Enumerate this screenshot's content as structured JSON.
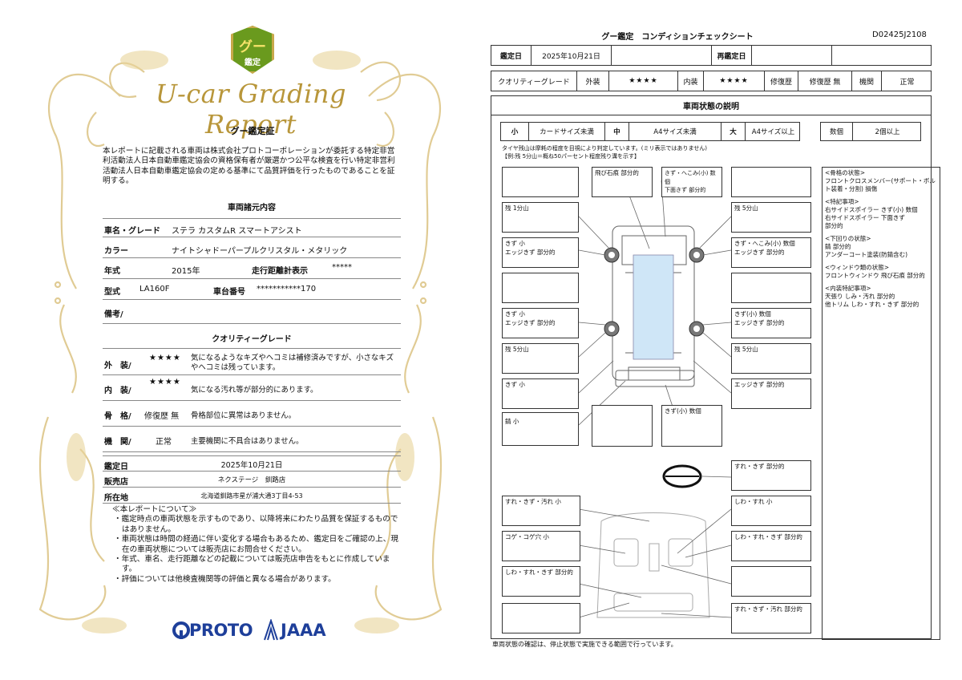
{
  "certificate": {
    "badge_top": "グー",
    "badge_bottom": "鑑定",
    "script_title": "U-car Grading Report",
    "title": "グー鑑定証",
    "body": "本レポートに記載される車両は株式会社プロトコーポレーションが委託する特定非営利活動法人日本自動車鑑定協会の資格保有者が厳選かつ公平な検査を行い特定非営利活動法人日本自動車鑑定協会の定める基準にて品質評価を行ったものであることを証明する。",
    "spec_title": "車両諸元内容",
    "name_label": "車名・グレード",
    "name_value": "ステラ カスタムR スマートアシスト",
    "color_label": "カラー",
    "color_value": "ナイトシャドーパープルクリスタル・メタリック",
    "year_label": "年式",
    "year_value": "2015年",
    "mileage_label": "走行距離計表示",
    "mileage_value": "*****",
    "model_label": "型式",
    "model_value": "LA160F",
    "chassis_label": "車台番号",
    "chassis_value": "***********170",
    "remarks_label": "備考/",
    "quality_title": "クオリティーグレード",
    "exterior_label": "外　装/",
    "exterior_stars": "★★★★",
    "exterior_text": "気になるようなキズやヘコミは補修済みですが、小さなキズやヘコミは残っています。",
    "interior_label": "内　装/",
    "interior_stars": "★★★★",
    "interior_text": "気になる汚れ等が部分的にあります。",
    "frame_label": "骨　格/",
    "frame_value": "修復歴 無",
    "frame_text": "骨格部位に異常はありません。",
    "engine_label": "機　関/",
    "engine_value": "正常",
    "engine_text": "主要機関に不具合はありません。",
    "date_label": "鑑定日",
    "date_value": "2025年10月21日",
    "dealer_label": "販売店",
    "dealer_value": "ネクステージ　釧路店",
    "address_label": "所在地",
    "address_value": "北海道釧路市星が浦大通3丁目4-53",
    "notes_title": "≪本レポートについて≫",
    "notes": [
      "・鑑定時点の車両状態を示すものであり、以降将来にわたり品質を保証するものではありません。",
      "・車両状態は時間の経過に伴い変化する場合もあるため、鑑定日をご確認の上、現在の車両状態については販売店にお問合せください。",
      "・年式、車名、走行距離などの記載については販売店申告をもとに作成しています。",
      "・評価については他検査機関等の評価と異なる場合があります。"
    ],
    "logo_proto": "PROTO",
    "logo_jaaa": "JAAA"
  },
  "sheet": {
    "title": "グー鑑定　コンディションチェックシート",
    "id": "D02425J2108",
    "date_label": "鑑定日",
    "date_value": "2025年10月21日",
    "redate_label": "再鑑定日",
    "quality_label": "クオリティーグレード",
    "ext_label": "外装",
    "ext_stars": "★★★★",
    "int_label": "内装",
    "int_stars": "★★★★",
    "repair_label": "修復歴",
    "repair_value": "修復歴 無",
    "engine_label": "機関",
    "engine_value": "正常",
    "section_title": "車両状態の説明",
    "legend": [
      "小",
      "カードサイズ未満",
      "中",
      "A4サイズ未満",
      "大",
      "A4サイズ以上"
    ],
    "count_label": "数個",
    "count_value": "2個以上",
    "tire_note_1": "タイヤ残山は摩耗の程度を目視により判定しています。(ミリ表示ではありません)",
    "tire_note_2": "【例:残 5分山＝概ね50パーセント程度残り溝を示す】",
    "boxes": {
      "b_fr_chip": "飛び石痕 部分的",
      "b_fr_dent": "きず・へこみ(小) 数個\n下面きず 部分的",
      "b_tire_fl": "残 1分山",
      "b_tire_fr": "残 5分山",
      "b_fl_side": "きず 小\nエッジきず 部分的",
      "b_fr_side": "きず・へこみ(小) 数個\nエッジきず 部分的",
      "b_rl_side": "きず 小\nエッジきず 部分的",
      "b_rr_side": "きず(小) 数個\nエッジきず 部分的",
      "b_tire_rl": "残 5分山",
      "b_tire_rr": "残 5分山",
      "b_rl_low": "きず 小",
      "b_rr_low": "エッジきず 部分的",
      "b_rust": "錆 小",
      "b_rear": "きず(小) 数個",
      "b_steering": "すれ・きず 部分的",
      "b_int_l1": "すれ・きず・汚れ 小",
      "b_int_r1": "しわ・すれ 小",
      "b_int_l2": "コゲ・コゲ穴 小",
      "b_int_r2": "しわ・すれ・きず 部分的",
      "b_int_l3": "しわ・すれ・きず 部分的",
      "b_int_r4": "すれ・きず・汚れ 部分的"
    },
    "side": [
      {
        "title": "<骨格の状態>",
        "lines": [
          "フロントクロスメンバー(サポート・ボルト装着・分割) 損傷"
        ]
      },
      {
        "title": "<特記事項>",
        "lines": [
          "右サイドスポイラー きず(小) 数個",
          "右サイドスポイラー 下面きず",
          "部分的"
        ]
      },
      {
        "title": "<下回りの状態>",
        "lines": [
          "錆 部分的",
          "アンダーコート塗装(防錆含む)"
        ]
      },
      {
        "title": "<ウィンドウ類の状態>",
        "lines": [
          "フロントウィンドウ 飛び石痕 部分的"
        ]
      },
      {
        "title": "<内装特記事項>",
        "lines": [
          "天張り しみ・汚れ 部分的",
          "他トリム しわ・すれ・きず 部分的"
        ]
      }
    ],
    "footer": "車両状態の確認は、停止状態で実施できる範囲で行っています。",
    "colors": {
      "frame_blue": "#cfe6f7",
      "gold": "#d9bf7a"
    }
  }
}
